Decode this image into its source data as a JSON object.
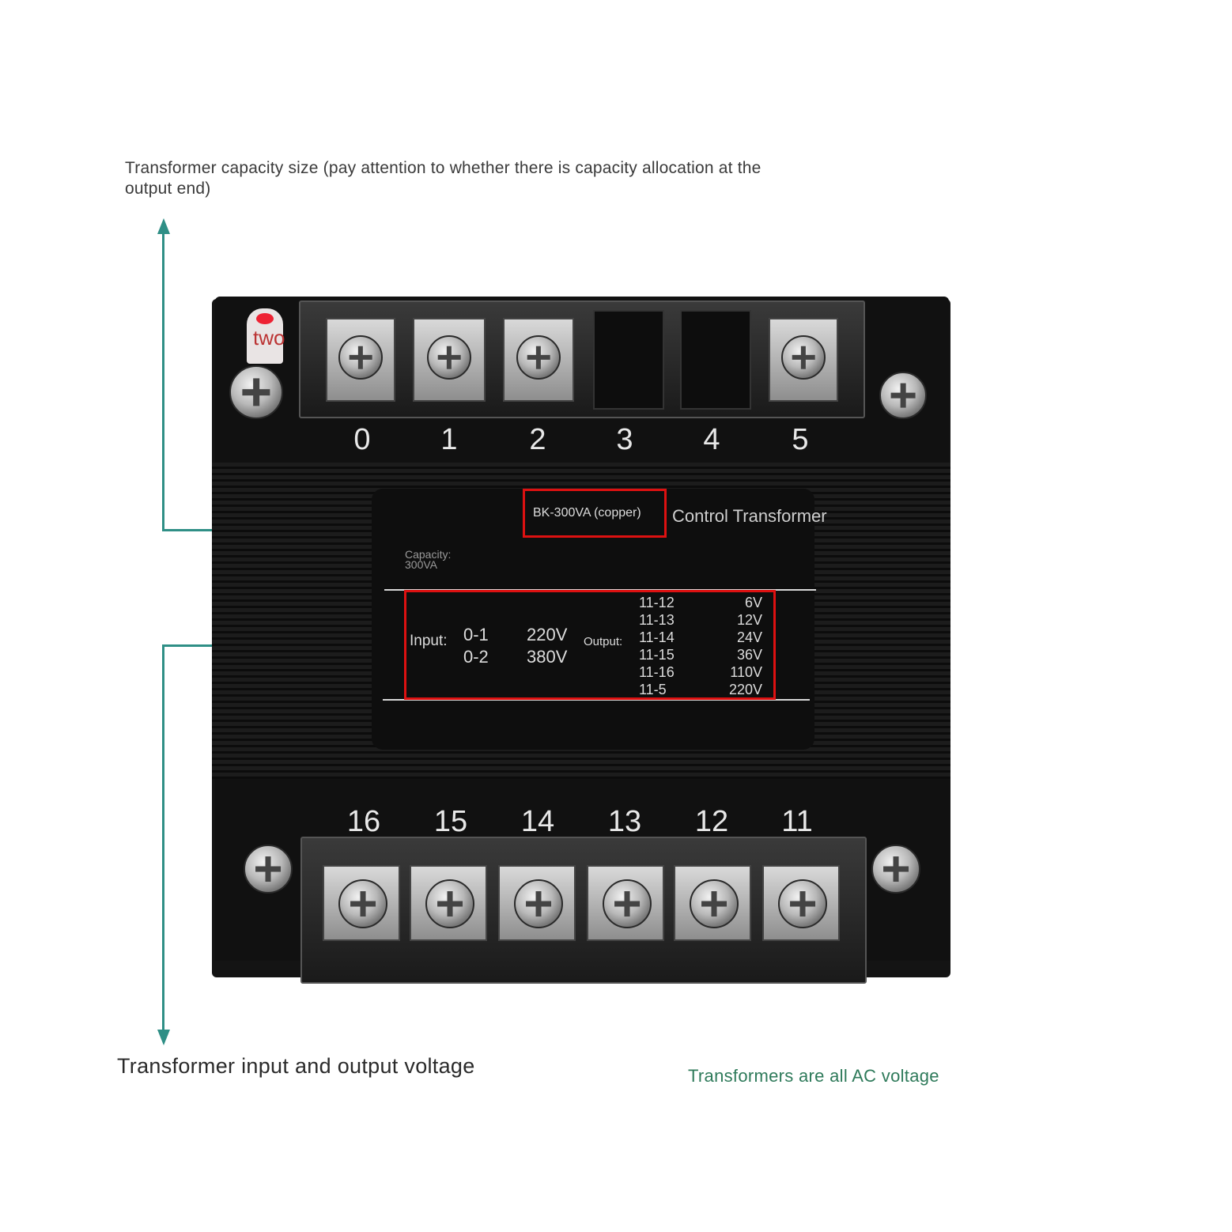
{
  "annotations": {
    "capacity_note": "Transformer capacity size (pay attention to whether there is capacity allocation at the output end)",
    "voltage_note": "Transformer input and output voltage",
    "ac_note": "Transformers are all AC voltage"
  },
  "device": {
    "ground_tag": "two",
    "top_terminals": [
      "0",
      "1",
      "2",
      "3",
      "4",
      "5"
    ],
    "bottom_terminals": [
      "16",
      "15",
      "14",
      "13",
      "12",
      "11"
    ],
    "label": {
      "model": "BK-300VA (copper)",
      "title": "Control Transformer",
      "capacity_label": "Capacity:",
      "capacity_value": "300VA",
      "input_label": "Input:",
      "inputs": [
        {
          "terminals": "0-1",
          "voltage": "220V"
        },
        {
          "terminals": "0-2",
          "voltage": "380V"
        }
      ],
      "output_label": "Output:",
      "outputs": [
        {
          "terminals": "11-12",
          "voltage": "6V"
        },
        {
          "terminals": "11-13",
          "voltage": "12V"
        },
        {
          "terminals": "11-14",
          "voltage": "24V"
        },
        {
          "terminals": "11-15",
          "voltage": "36V"
        },
        {
          "terminals": "11-16",
          "voltage": "110V"
        },
        {
          "terminals": "11-5",
          "voltage": "220V"
        }
      ]
    }
  },
  "colors": {
    "callout_line": "#2f8f86",
    "highlight_box": "#dd1111",
    "ac_note_text": "#2e7a5a"
  }
}
